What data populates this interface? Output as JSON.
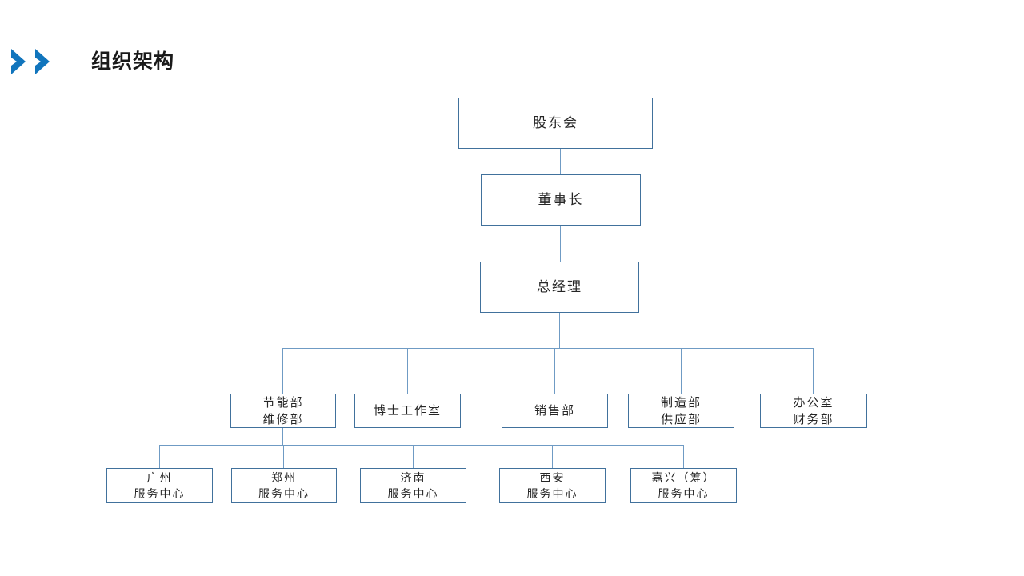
{
  "header": {
    "title": "组织架构",
    "chevron_icon": "double-chevron-right-icon",
    "accent_color": "#1175bd"
  },
  "theme": {
    "box_border_color": "#41719c",
    "connector_color": "#6f9bc4",
    "text_color": "#262626",
    "background": "#ffffff"
  },
  "chart": {
    "type": "org-chart",
    "levels": {
      "level1": {
        "label": "股东会"
      },
      "level2": {
        "label": "董事长"
      },
      "level3": {
        "label": "总经理"
      }
    },
    "departments": [
      {
        "lines": [
          "节能部",
          "维修部"
        ]
      },
      {
        "lines": [
          "博士工作室"
        ]
      },
      {
        "lines": [
          "销售部"
        ]
      },
      {
        "lines": [
          "制造部",
          "供应部"
        ]
      },
      {
        "lines": [
          "办公室",
          "财务部"
        ]
      }
    ],
    "service_centers": [
      {
        "lines": [
          "广州",
          "服务中心"
        ]
      },
      {
        "lines": [
          "郑州",
          "服务中心"
        ]
      },
      {
        "lines": [
          "济南",
          "服务中心"
        ]
      },
      {
        "lines": [
          "西安",
          "服务中心"
        ]
      },
      {
        "lines": [
          "嘉兴（筹）",
          "服务中心"
        ]
      }
    ]
  }
}
